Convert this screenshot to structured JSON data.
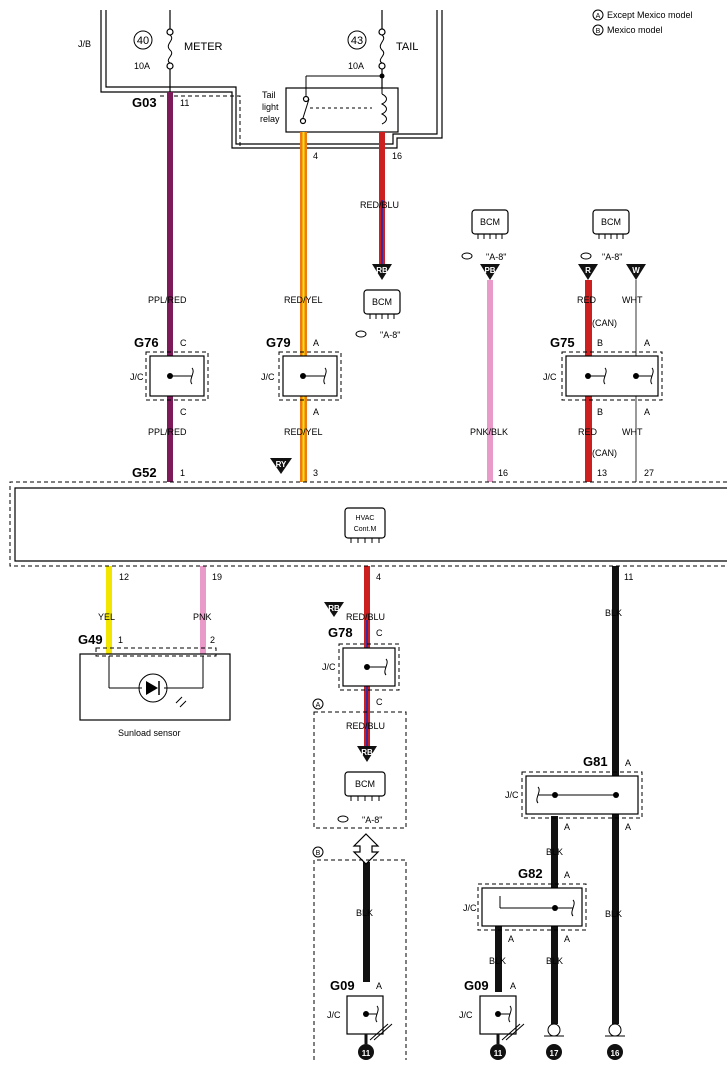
{
  "legend": {
    "a": "Except Mexico model",
    "b": "Mexico model",
    "a_mark": "A",
    "b_mark": "B"
  },
  "fuses": {
    "meter_num": "40",
    "meter_name": "METER",
    "meter_amp": "10A",
    "tail_num": "43",
    "tail_name": "TAIL",
    "tail_amp": "10A"
  },
  "jb": "J/B",
  "relay": {
    "l1": "Tail",
    "l2": "light",
    "l3": "relay"
  },
  "connectors": {
    "g03": "G03",
    "g76": "G76",
    "g79": "G79",
    "g75": "G75",
    "g52": "G52",
    "g49": "G49",
    "g78": "G78",
    "g81": "G81",
    "g82": "G82",
    "g09a": "G09",
    "g09b": "G09"
  },
  "jc": "J/C",
  "pins": {
    "p11": "11",
    "p4": "4",
    "p16": "16",
    "c": "C",
    "a": "A",
    "b": "B",
    "n1": "1",
    "n3": "3",
    "n16": "16",
    "n13": "13",
    "n27": "27",
    "n12": "12",
    "n19": "19",
    "n4": "4",
    "n11": "11",
    "s1": "1",
    "s2": "2"
  },
  "wires": {
    "ppl_red": "PPL/RED",
    "red_yel": "RED/YEL",
    "red_blu": "RED/BLU",
    "pnk_blk": "PNK/BLK",
    "red": "RED",
    "wht": "WHT",
    "can": "(CAN)",
    "yel": "YEL",
    "pnk": "PNK",
    "blk": "BLK"
  },
  "tags": {
    "rb": "RB",
    "pb": "PB",
    "r": "R",
    "w": "W",
    "ry": "RY"
  },
  "bcm": "BCM",
  "ref": "\"A-8\"",
  "hvac": {
    "l1": "HVAC",
    "l2": "Cont.M"
  },
  "sunload": "Sunload sensor",
  "grounds": {
    "g11": "11",
    "g17": "17",
    "g16": "16"
  },
  "colors": {
    "purple": "#7d1a5a",
    "red": "#cc1f1f",
    "yellow": "#f2e600",
    "pink": "#e99ac8",
    "black": "#111111",
    "orange": "#f07a18"
  }
}
